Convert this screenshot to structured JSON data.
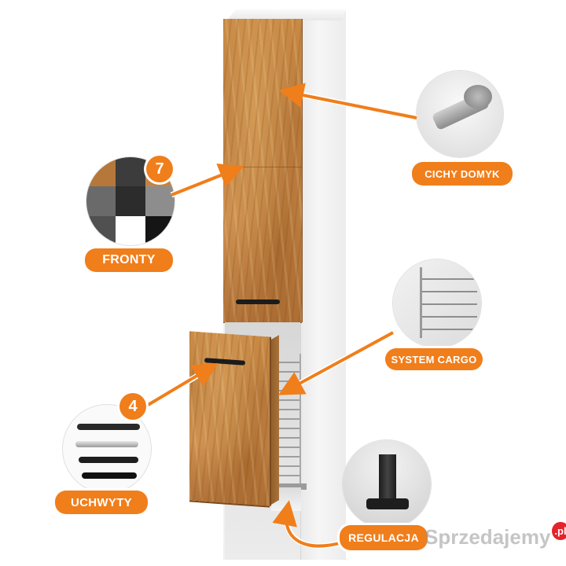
{
  "labels": {
    "hinge": "CICHY DOMYK",
    "fronts": "FRONTY",
    "cargo": "SYSTEM CARGO",
    "handles": "UCHWYTY",
    "feet": "REGULACJA"
  },
  "badges": {
    "fronts_count": "7",
    "handles_count": "4"
  },
  "front_swatches": [
    "#b6773a",
    "#3c3c3c",
    "#c08546",
    "#6a6a6a",
    "#2c2c2c",
    "#8d8d8d",
    "#505050",
    "#ffffff",
    "#151515"
  ],
  "watermark": {
    "name": "Sprzedajemy",
    "tld": ".pl"
  },
  "colors": {
    "accent": "#f07e1b",
    "oak": "#c08546"
  }
}
